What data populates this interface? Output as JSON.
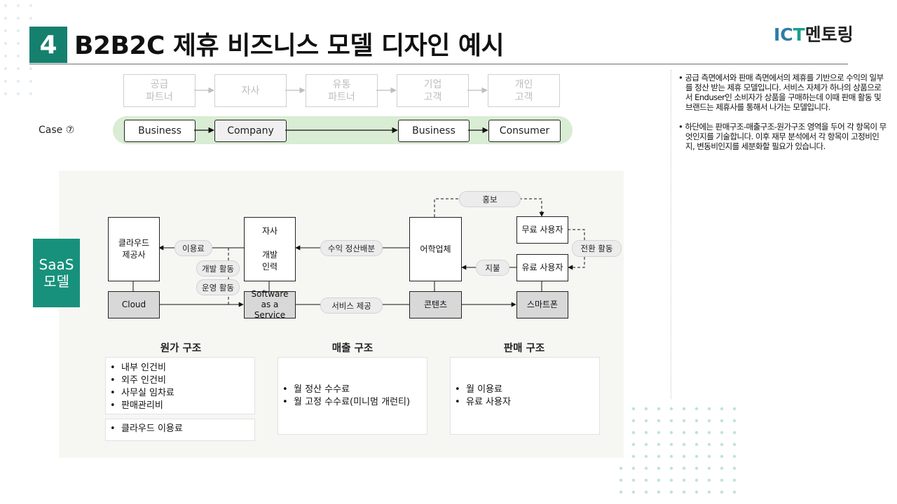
{
  "header": {
    "section_number": "4",
    "title": "B2B2C 제휴 비즈니스 모델 디자인 예시",
    "logo_part1": "IC",
    "logo_part2": "T",
    "logo_part3": "멘토링"
  },
  "flow_top": [
    {
      "label": "공급\n파트너"
    },
    {
      "label": "자사"
    },
    {
      "label": "유통\n파트너"
    },
    {
      "label": "기업\n고객"
    },
    {
      "label": "개인\n고객"
    }
  ],
  "case": {
    "label": "Case",
    "number_symbol": "⑦",
    "items": [
      "Business",
      "Company",
      "Business",
      "Consumer"
    ]
  },
  "saas_label": "SaaS\n모델",
  "nodes": {
    "cloud_provider": "클라우드\n제공사",
    "company": "자사\n\n개발\n인력",
    "edu_company": "어학업체",
    "free_user": "무료 사용자",
    "paid_user": "유료 사용자",
    "cloud": "Cloud",
    "saas": "Software\nas a Service",
    "contents": "콘텐츠",
    "smartphone": "스마트폰"
  },
  "edges": {
    "usage_fee": "이용료",
    "dev_activity": "개발 활동",
    "ops_activity": "운영 활동",
    "revenue_share": "수익 정산배분",
    "promotion": "홍보",
    "conversion": "전환 활동",
    "payment": "지불",
    "service_provide": "서비스 제공"
  },
  "structures": {
    "cost": {
      "title": "원가 구조",
      "items": [
        "내부 인건비",
        "외주 인건비",
        "사무실 임차료",
        "판매관리비"
      ],
      "extra": [
        "클라우드 이용료"
      ]
    },
    "revenue": {
      "title": "매출 구조",
      "items": [
        "월 정산 수수료",
        "월 고정 수수료(미니멈 개런티)"
      ]
    },
    "sales": {
      "title": "판매 구조",
      "items": [
        "월 이용료",
        "유료 사용자"
      ]
    }
  },
  "notes": [
    "공급 측면에서와 판매 측면에서의 제휴를 기반으로 수익의 일부를 정산 받는 제휴 모델입니다. 서비스 자체가 하나의 상품으로서 Enduser인 소비자가 상품을 구매하는데 이때 판매 활동 및 브랜드는 제휴사를 통해서 나가는 모델입니다.",
    "하단에는 판매구조-매출구조-원가구조 영역을 두어 각 항목이 무엇인지를 기술합니다. 이후 재무 분석에서 각 항목이 고정비인지, 변동비인지를 세분화할 필요가 있습니다."
  ],
  "colors": {
    "accent": "#15806e",
    "saas_box": "#17917c",
    "case_bar": "#d9ecd4",
    "dots": "#bfe3d8"
  }
}
